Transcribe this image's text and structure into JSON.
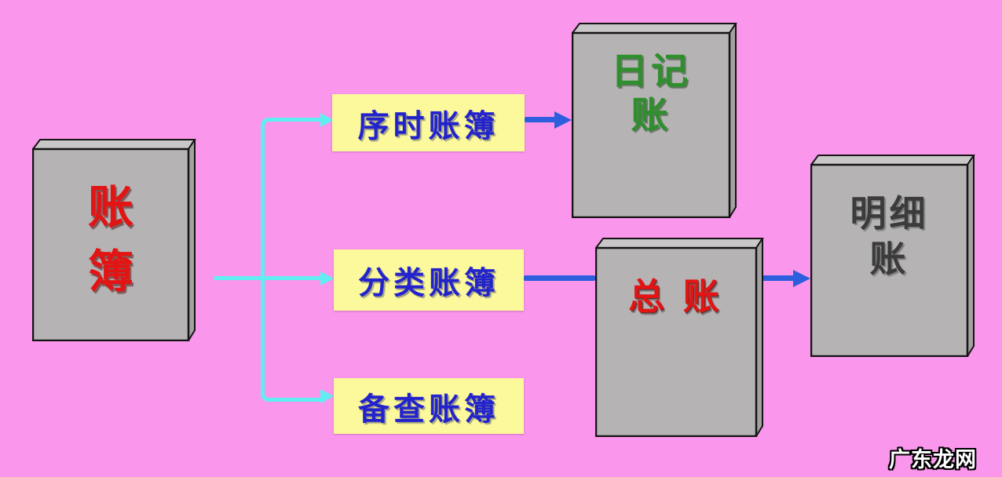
{
  "colors": {
    "background": "#fa96eb",
    "category_box": "#fbf99b",
    "connector": "#5feff2",
    "arrow": "#2d5edd",
    "category_text": "#2323cd",
    "red_text": "#e31414",
    "green_text": "#2e8f2c",
    "dark_text": "#3b3b3b",
    "book_front": "#b5b3b4",
    "book_top": "#c9c7c8",
    "book_side": "#a3a1a2",
    "book_outline": "#141414",
    "watermark_text": "#ffffff"
  },
  "nodes": {
    "root_book": {
      "line1": "账",
      "line2": "簿"
    },
    "chronological": {
      "label": "序时账簿"
    },
    "classified": {
      "label": "分类账簿"
    },
    "memorandum": {
      "label": "备查账簿"
    },
    "journal_book": {
      "line1": "日记",
      "line2": "账"
    },
    "general_ledger_book": {
      "label": "总 账"
    },
    "subsidiary_ledger_book": {
      "line1": "明细",
      "line2": "账"
    }
  },
  "watermark": {
    "text": "广东龙网"
  }
}
